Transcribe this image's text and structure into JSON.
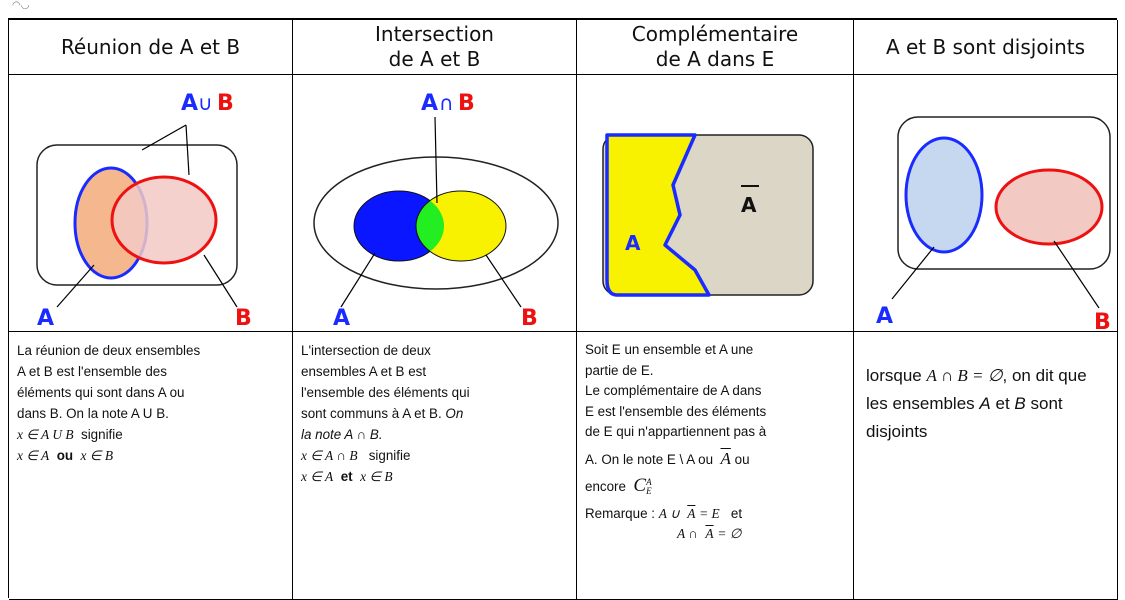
{
  "corner_mark": "◠◡",
  "headers": [
    "Réunion de A et B",
    "Intersection\nde A et B",
    "Complémentaire\nde A dans E",
    "A et B sont disjoints"
  ],
  "diagrams": {
    "union": {
      "title_a": "A",
      "title_op": "∪",
      "title_b": "B",
      "label_a": "A",
      "label_b": "B"
    },
    "intersection": {
      "title_a": "A",
      "title_op": "∩",
      "title_b": "B",
      "label_a": "A",
      "label_b": "B"
    },
    "complement": {
      "label_a": "A",
      "label_abar": "A"
    },
    "disjoint": {
      "label_a": "A",
      "label_b": "B"
    }
  },
  "colors": {
    "blue": "#1a2bff",
    "red": "#ee1111",
    "orange": "#f5b88e",
    "pink": "#f3c9c4",
    "green": "#22ee22",
    "yellow": "#f8f200",
    "grey": "#dcd6c6",
    "lightblue": "#c5d8f0"
  },
  "text_union": {
    "l1": "La réunion de deux ensembles",
    "l2": "A et B est l'ensemble des",
    "l3": "éléments qui sont dans A ou",
    "l4": "dans B. On la note A U B.",
    "l5a": "x ∈ A U B",
    "l5b": "signifie",
    "l6a": "x ∈ A",
    "l6b": "ou",
    "l6c": "x ∈ B"
  },
  "text_intersection": {
    "l1": "L'intersection de deux",
    "l2": "ensembles A et B est",
    "l3": "l'ensemble des éléments qui",
    "l4": "sont communs à A et B.",
    "l4b": "On",
    "l5": "la note A ∩ B.",
    "l6a": "x ∈ A ∩ B",
    "l6b": "signifie",
    "l7a": "x ∈ A",
    "l7b": "et",
    "l7c": "x ∈ B"
  },
  "text_complement": {
    "l1": "Soit E un ensemble et A une",
    "l2": "partie de E.",
    "l3": "Le complémentaire de A dans",
    "l4": "E est l'ensemble des éléments",
    "l5": "de E qui n'appartiennent pas à",
    "l6a": "A. On le note E \\ A  ou",
    "l6b": "A",
    "l6c": "ou",
    "l7a": "encore",
    "l7b": "C",
    "l7sup": "A",
    "l7sub": "E",
    "l8a": "Remarque :",
    "l8b": "A ∪",
    "l8c": "A",
    "l8d": "= E",
    "l8e": "et",
    "l9a": "A ∩",
    "l9b": "A",
    "l9c": "= ∅"
  },
  "text_disjoint": {
    "p1": "lorsque",
    "p2": "A ∩ B = ∅",
    "p3": ", on",
    "p4": "dit que les ensembles",
    "p5": "A",
    "p6": "et",
    "p7": "B",
    "p8": "sont disjoints"
  }
}
